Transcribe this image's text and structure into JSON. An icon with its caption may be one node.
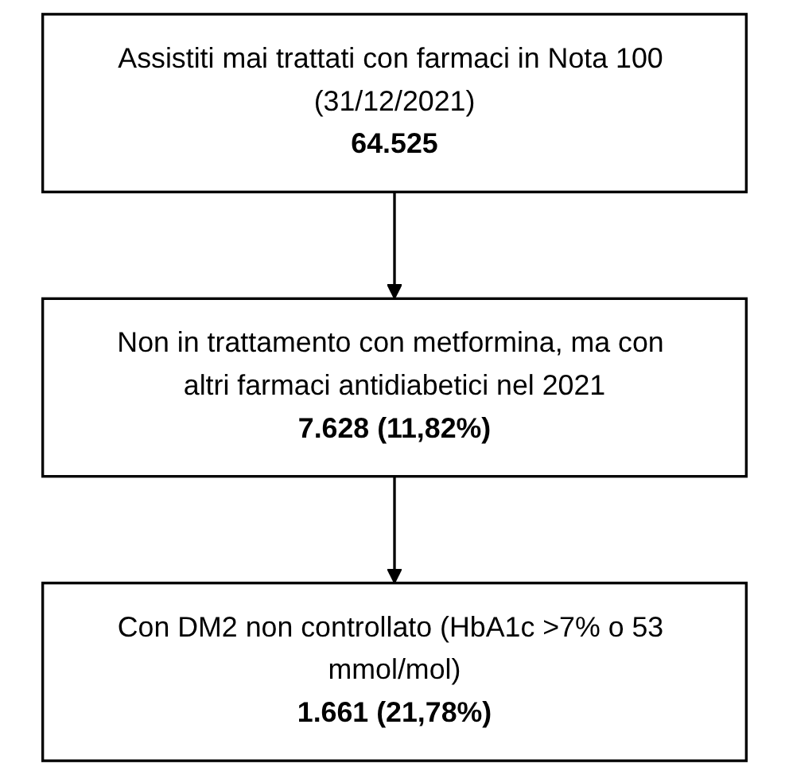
{
  "diagram": {
    "nodes": [
      {
        "text": [
          "Assistiti mai trattati con farmaci in Nota 100 (31/12/2021)",
          "64.525"
        ]
      },
      {
        "text": [
          "Non in trattamento con metformina, ma con altri farmaci antidiabetici nel 2021",
          "7.628 (11,82%)"
        ]
      },
      {
        "text": [
          "Con DM2 non controllato (HbA1c >7% o 53 mmol/mol)",
          "1.661 (21,78%)"
        ]
      }
    ],
    "edges": [
      {
        "from": 0,
        "to": 1,
        "arrow": "to"
      },
      {
        "from": 1,
        "to": 2,
        "arrow": "to"
      }
    ]
  }
}
